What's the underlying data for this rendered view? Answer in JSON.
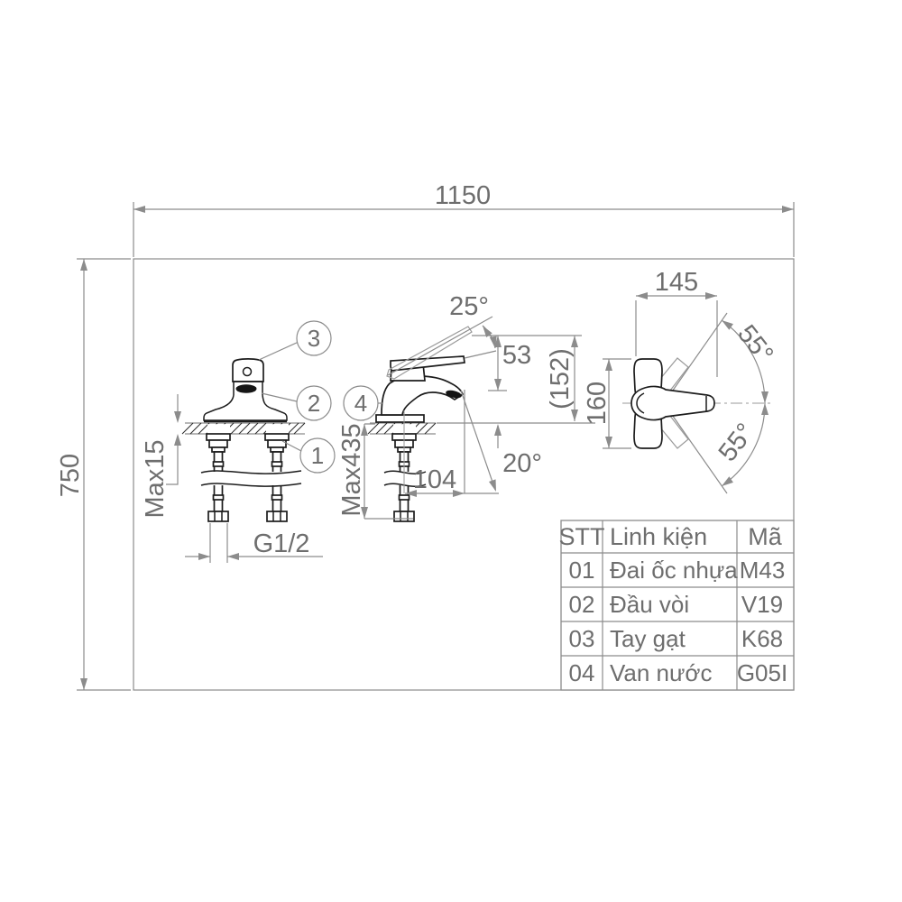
{
  "drawing": {
    "overall_width": "1150",
    "overall_height": "750",
    "front": {
      "max_counter": "Max15",
      "thread": "G1/2"
    },
    "side": {
      "handle_angle": "25°",
      "spout_drop": "53",
      "total_height": "(152)",
      "stream_angle": "20°",
      "reach": "104",
      "max_below": "Max435"
    },
    "top": {
      "width": "145",
      "depth": "160",
      "swing_upper": "55°",
      "swing_lower": "55°"
    },
    "callouts": {
      "c1": "1",
      "c2": "2",
      "c3": "3",
      "c4": "4"
    },
    "table": {
      "headers": [
        "STT",
        "Linh kiện",
        "Mã"
      ],
      "rows": [
        [
          "01",
          "Đai ốc nhựa",
          "M43"
        ],
        [
          "02",
          "Đầu vòi",
          "V19"
        ],
        [
          "03",
          "Tay gạt",
          "K68"
        ],
        [
          "04",
          "Van nước",
          "G05I"
        ]
      ]
    }
  }
}
